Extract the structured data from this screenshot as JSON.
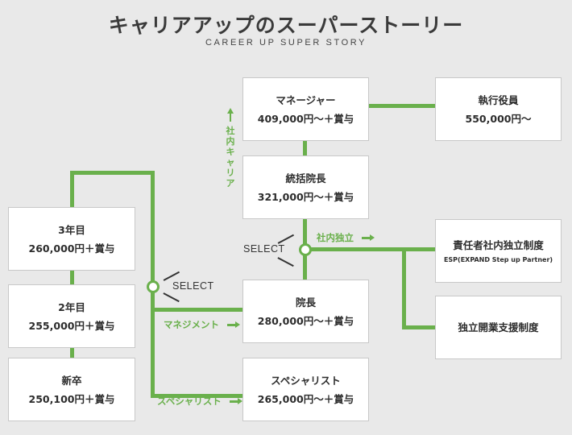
{
  "header": {
    "title": "キャリアアップのスーパーストーリー",
    "subtitle": "CAREER UP SUPER STORY"
  },
  "colors": {
    "accent": "#6ab04c",
    "background": "#e9e9e9",
    "box": "#ffffff"
  },
  "entry_levels": [
    {
      "title": "3年目",
      "salary": "260,000円＋賞与"
    },
    {
      "title": "2年目",
      "salary": "255,000円＋賞与"
    },
    {
      "title": "新卒",
      "salary": "250,100円＋賞与"
    }
  ],
  "positions": {
    "manager": {
      "title": "マネージャー",
      "salary": "409,000円〜＋賞与"
    },
    "executive": {
      "title": "執行役員",
      "salary": "550,000円〜"
    },
    "general_director": {
      "title": "統括院長",
      "salary": "321,000円〜＋賞与"
    },
    "director": {
      "title": "院長",
      "salary": "280,000円〜＋賞与"
    },
    "specialist": {
      "title": "スペシャリスト",
      "salary": "265,000円〜＋賞与"
    },
    "esp": {
      "title": "責任者社内独立制度",
      "subtitle": "ESP(EXPAND Step up Partner)"
    },
    "independence": {
      "title": "独立開業支援制度"
    }
  },
  "paths": {
    "internal_career": "社内キャリア",
    "internal_independence": "社内独立",
    "management": "マネジメント",
    "specialist": "スペシャリスト",
    "select_1": "SELECT",
    "select_2": "SELECT"
  }
}
